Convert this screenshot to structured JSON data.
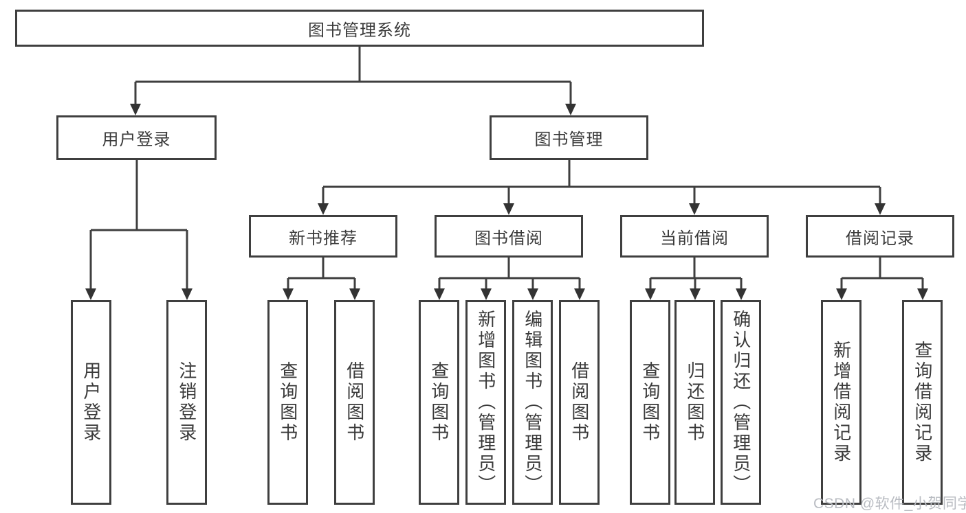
{
  "diagram": {
    "root": "图书管理系统",
    "level2": {
      "user_login": "用户登录",
      "book_mgmt": "图书管理"
    },
    "level3": {
      "new_book": "新书推荐",
      "book_borrow": "图书借阅",
      "current_borrow": "当前借阅",
      "borrow_records": "借阅记录"
    },
    "leaves": {
      "user_login": "用户登录",
      "logout": "注销登录",
      "nb_query": "查询图书",
      "nb_borrow": "借阅图书",
      "bb_query": "查询图书",
      "bb_add": "新增图书（管理员）",
      "bb_edit": "编辑图书（管理员）",
      "bb_borrow": "借阅图书",
      "cb_query": "查询图书",
      "cb_return": "归还图书",
      "cb_confirm": "确认归还（管理员）",
      "br_add": "新增借阅记录",
      "br_query": "查询借阅记录"
    }
  },
  "watermark": "CSDN @软件_小贺同学",
  "colors": {
    "line": "#3f3f3f",
    "text": "#3a3a3a",
    "watermark": "#b9bcc2",
    "background": "#ffffff"
  }
}
